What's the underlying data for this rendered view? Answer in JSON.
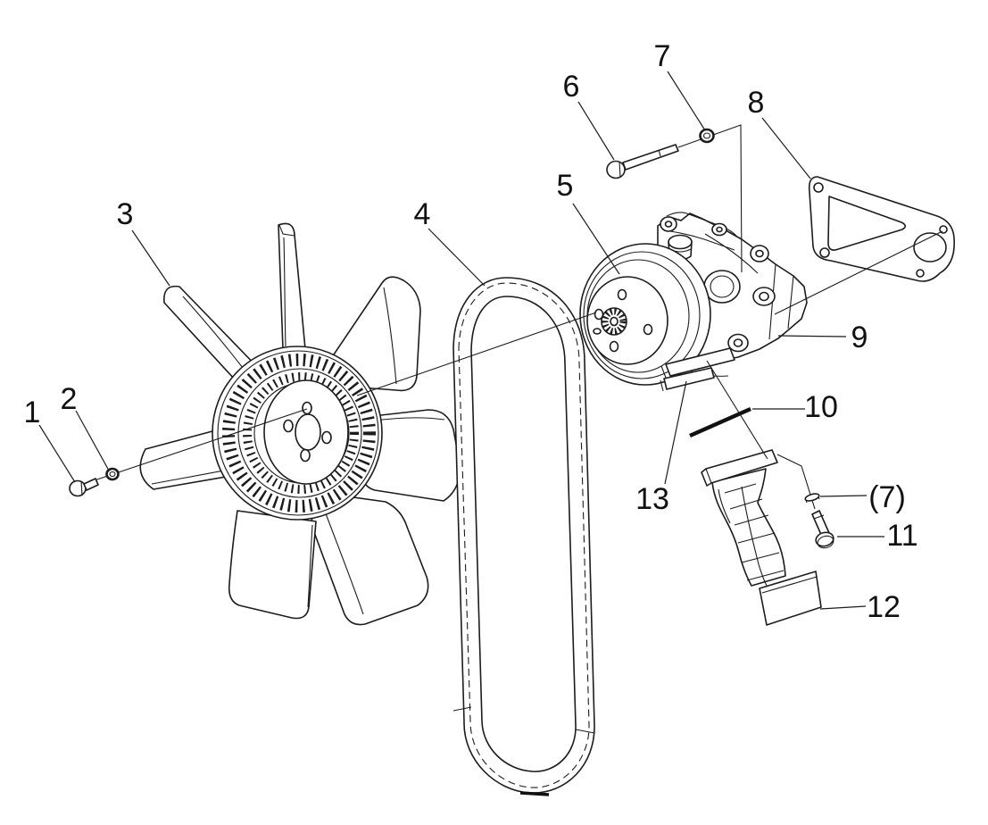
{
  "diagram": {
    "background_color": "#ffffff",
    "line_color": "#1c1c1c",
    "label_color": "#111111",
    "callouts": [
      {
        "label": "1"
      },
      {
        "label": "2"
      },
      {
        "label": "3"
      },
      {
        "label": "4"
      },
      {
        "label": "5"
      },
      {
        "label": "6"
      },
      {
        "label": "7"
      },
      {
        "label": "8"
      },
      {
        "label": "9"
      },
      {
        "label": "10"
      },
      {
        "label": "11"
      },
      {
        "label": "12"
      },
      {
        "label": "13"
      },
      {
        "label": "(7)"
      }
    ]
  }
}
